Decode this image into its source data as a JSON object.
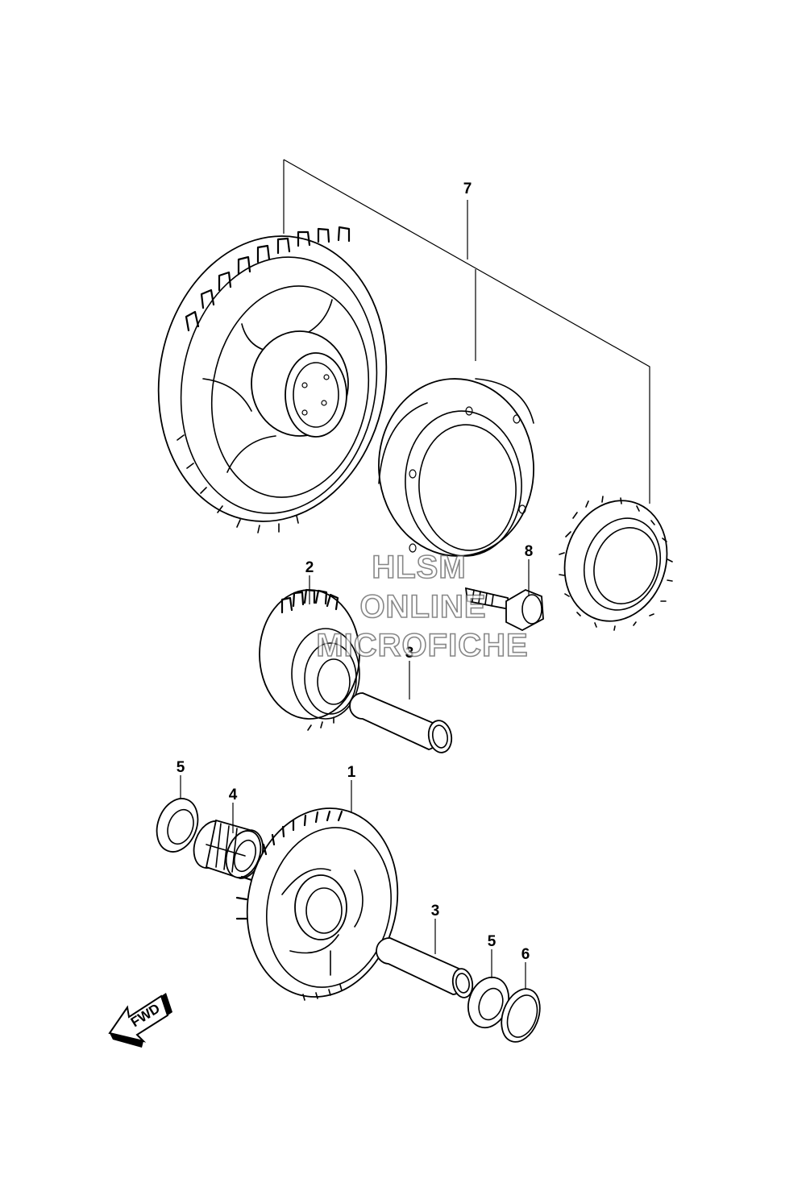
{
  "parts": [
    {
      "id": "gear-1",
      "callout": "1"
    },
    {
      "id": "idle-gear-2",
      "callout": "2"
    },
    {
      "id": "shaft-3a",
      "callout": "3"
    },
    {
      "id": "shaft-3b",
      "callout": "3"
    },
    {
      "id": "needle-bearing-4",
      "callout": "4"
    },
    {
      "id": "washer-5a",
      "callout": "5"
    },
    {
      "id": "washer-5b",
      "callout": "5"
    },
    {
      "id": "washer-6",
      "callout": "6"
    },
    {
      "id": "starter-clutch-assy-7",
      "callout": "7"
    },
    {
      "id": "bolt-8",
      "callout": "8"
    }
  ],
  "fwd_arrow": {
    "label": "FWD"
  },
  "watermark": {
    "lines": [
      "HLSM",
      "ONLINE",
      "MICROFICHE"
    ]
  },
  "icons": {
    "fwd": "fwd-arrow-icon"
  }
}
